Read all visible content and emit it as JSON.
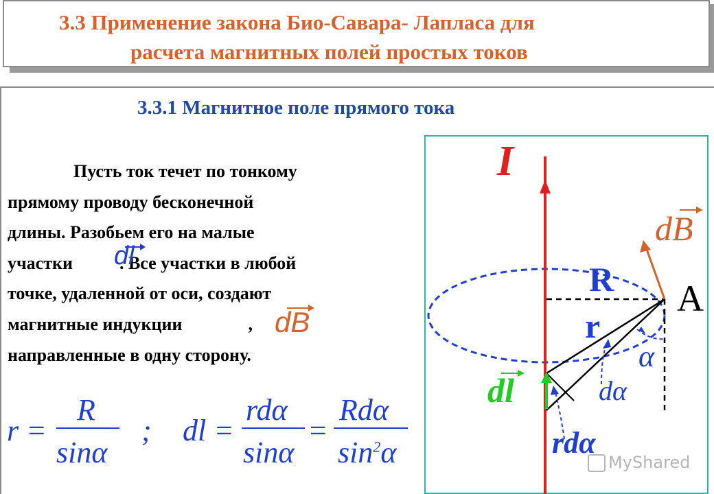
{
  "header": {
    "line1": "3.3   Применение закона Био-Савара- Лапласа для",
    "line2": "расчета магнитных полей простых токов"
  },
  "section": {
    "title": "3.3.1  Магнитное поле прямого тока"
  },
  "paragraph": {
    "line1": "Пусть ток течет по тонкому",
    "line2": "прямому проводу бесконечной",
    "line3": "длины. Разобьем его на малые",
    "line4a": "участки",
    "line4b": ". Все участки в любой",
    "line5": "точке, удаленной от оси, создают",
    "line6a": "магнитные индукции",
    "line6b": ",",
    "line7": "направленные в одну сторону.",
    "symbol_dl": "dl",
    "symbol_dB": "dB"
  },
  "formula": {
    "r_lhs": "r =",
    "r_num": "R",
    "r_den": "sinα",
    "separator": ";",
    "dl_lhs": "dl =",
    "dl_num1": "rdα",
    "dl_den1": "sinα",
    "equals": "=",
    "dl_num2": "Rdα",
    "dl_den2": "sin",
    "dl_den2_sup": "2",
    "dl_den2_tail": "α"
  },
  "diagram": {
    "label_I": "I",
    "label_dB": "dB",
    "label_R": "R",
    "label_A": "A",
    "label_r": "r",
    "label_alpha": "α",
    "label_dalpha": "dα",
    "label_dl": "dl",
    "label_rdalpha": "rdα"
  },
  "watermark": {
    "text": "MyShared"
  },
  "colors": {
    "header": "#d4622a",
    "subtitle": "#1f49a5",
    "formula": "#1f3fd0",
    "wire": "#e02020",
    "dl_vector": "#22cc22",
    "dB_vector": "#d4622a",
    "frame": "#29b8a8"
  }
}
